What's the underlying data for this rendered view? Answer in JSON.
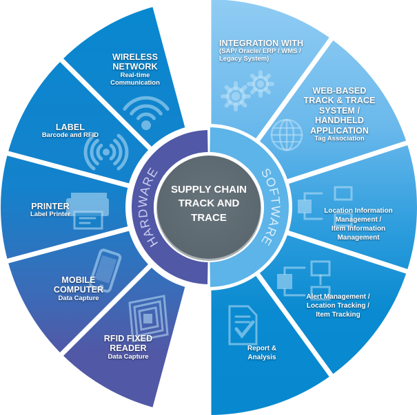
{
  "center": {
    "title_lines": [
      "SUPPLY CHAIN",
      "TRACK AND",
      "TRACE"
    ]
  },
  "rings": {
    "hardware_label": "HARDWARE",
    "software_label": "SOFTWARE"
  },
  "hardware": [
    {
      "title": [
        "WIRELESS",
        "NETWORK"
      ],
      "subtitle": [
        "Real-time",
        "Communication"
      ],
      "icon": "wifi-icon"
    },
    {
      "title": [
        "LABEL"
      ],
      "subtitle": [
        "Barcode and RFID"
      ],
      "icon": "rfid-signal-icon"
    },
    {
      "title": [
        "PRINTER"
      ],
      "subtitle": [
        "Label Printer"
      ],
      "icon": "printer-icon"
    },
    {
      "title": [
        "MOBILE",
        "COMPUTER"
      ],
      "subtitle": [
        "Data Capture"
      ],
      "icon": "smartphone-icon"
    },
    {
      "title": [
        "RFID FIXED",
        "READER"
      ],
      "subtitle": [
        "Data Capture"
      ],
      "icon": "rfid-tag-icon"
    }
  ],
  "software": [
    {
      "title": [
        "INTEGRATION WITH"
      ],
      "subtitle": [
        "(SAP/ Oracle/ ERP / WMS /",
        "Legacy System)"
      ],
      "icon": "gears-icon"
    },
    {
      "title": [
        "WEB-BASED",
        "TRACK & TRACE",
        "SYSTEM /",
        "HANDHELD",
        "APPLICATION"
      ],
      "subtitle": [
        "Tag Association"
      ],
      "icon": "globe-icon"
    },
    {
      "title": [],
      "subtitle": [
        "Location Information",
        "Management /",
        "Item Information",
        "Management"
      ],
      "icon": "flowchart-icon"
    },
    {
      "title": [],
      "subtitle": [
        "Alert Management /",
        "Location Tracking /",
        "Item Tracking"
      ],
      "icon": "workflow-icon"
    },
    {
      "title": [],
      "subtitle": [
        "Report &",
        "Analysis"
      ],
      "icon": "report-document-icon"
    }
  ],
  "colors": {
    "hardware_top": "#0a8ad0",
    "hardware_bottom": "#5158a6",
    "hardware_ring": "#5158a6",
    "software_light": "#8ecaf2",
    "software_dark": "#0a8ad0",
    "software_ring": "#5db4e8",
    "center": "#606c73"
  }
}
